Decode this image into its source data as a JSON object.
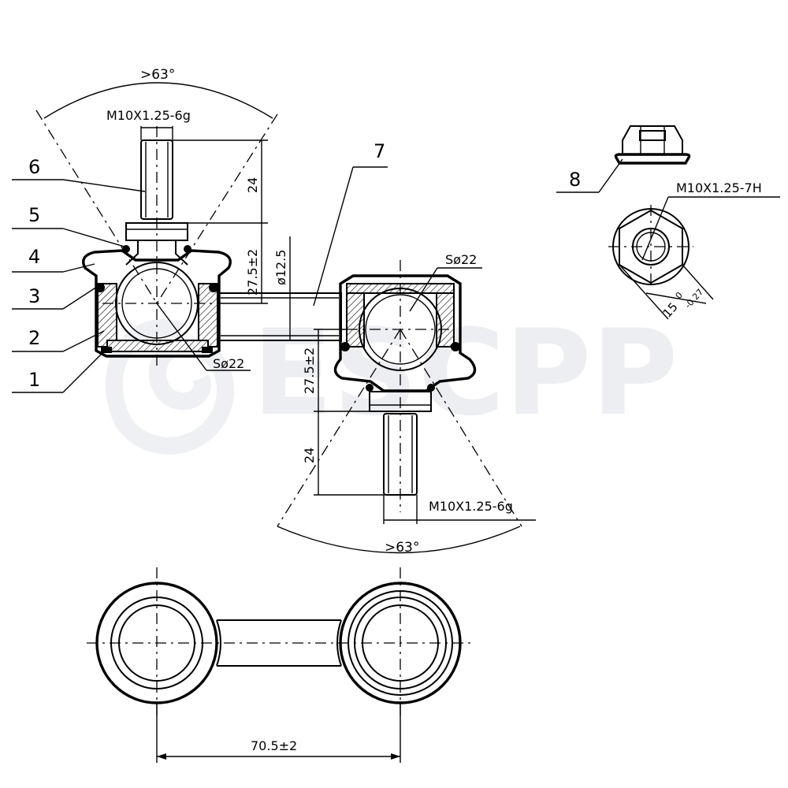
{
  "watermark": {
    "text": "ESCPP"
  },
  "part_labels": [
    "1",
    "2",
    "3",
    "4",
    "5",
    "6",
    "7",
    "8"
  ],
  "dimensions": {
    "angle_top": ">63°",
    "angle_bottom": ">63°",
    "thread_top": "M10X1.25-6g",
    "thread_bottom": "M10X1.25-6g",
    "thread_nut": "M10X1.25-7H",
    "stud_length_top": "24",
    "stud_length_bottom": "24",
    "height_top": "27.5±2",
    "height_bottom": "27.5±2",
    "rod_diameter": "ø12.5",
    "ball_left": "Sø22",
    "ball_right": "Sø22",
    "nut_width": "15",
    "nut_tol_upper": "0",
    "nut_tol_lower": "-0.27",
    "center_distance": "70.5±2"
  }
}
